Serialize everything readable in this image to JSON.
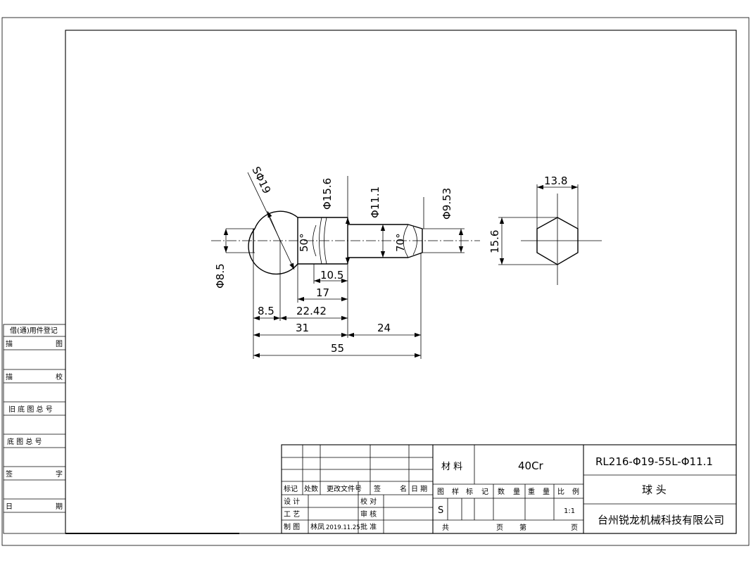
{
  "drawing": {
    "dimensions": {
      "ball_sphere": "SΦ19",
      "neck_dia": "Φ15.6",
      "shank_dia": "Φ11.1",
      "end_dia": "Φ9.53",
      "base_dia": "Φ8.5",
      "angle_left": "50°",
      "angle_right": "70°",
      "len_10_5": "10.5",
      "len_17": "17",
      "len_8_5": "8.5",
      "len_22_42": "22.42",
      "len_31": "31",
      "len_24": "24",
      "len_55": "55",
      "hex_width": "13.8",
      "hex_height": "15.6"
    }
  },
  "side_column": {
    "header": "借(通)用件登记",
    "rows": [
      {
        "left": "描",
        "right": "图"
      },
      {
        "left": "描",
        "right": "校"
      },
      {
        "full": "旧 底 图 总 号"
      },
      {
        "full": "底  图  总  号"
      },
      {
        "left": "签",
        "right": "字"
      },
      {
        "left": "日",
        "right": "期"
      }
    ]
  },
  "title_block": {
    "revision_headers": [
      "标记",
      "处数",
      "更改文件号",
      "签",
      "名",
      "日 期"
    ],
    "roles": {
      "design": "设  计",
      "process": "工  艺",
      "drafting": "制  图",
      "check": "校  对",
      "review": "审  核",
      "approve": "批  准"
    },
    "drafter_name": "林凤",
    "draft_date": "2019.11.25",
    "material_label": "材  料",
    "material_value": "40Cr",
    "part_number": "RL216-Φ19-55L-Φ11.1",
    "part_name": "球 头",
    "company": "台州锐龙机械科技有限公司",
    "stage_headers": [
      "图",
      "样",
      "标",
      "记",
      "数",
      "量",
      "重",
      "量",
      "比",
      "例"
    ],
    "stage_value": "S",
    "scale_value": "1:1",
    "sheet_total_label": "共",
    "sheet_page_label": "页",
    "sheet_num_label": "第",
    "sheet_page_label_2": "页"
  }
}
